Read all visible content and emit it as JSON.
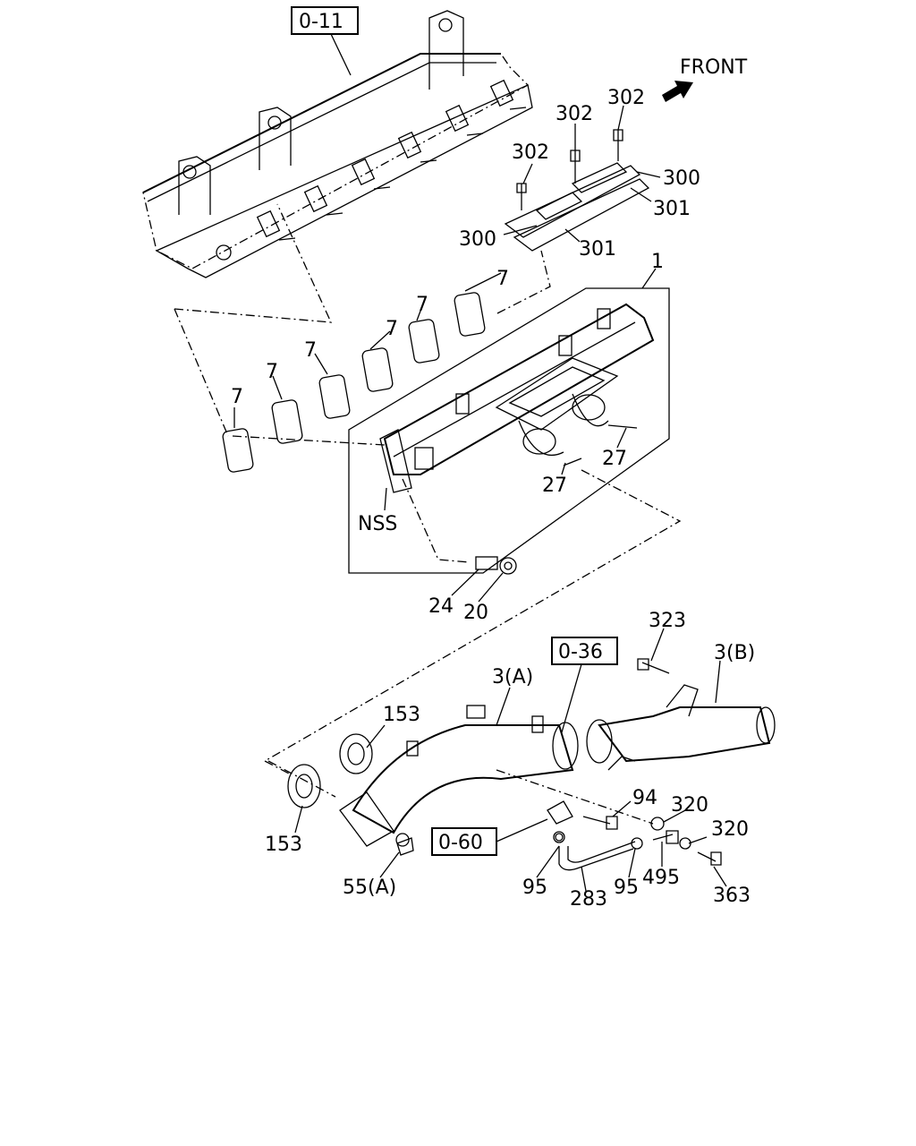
{
  "front_label": "FRONT",
  "refs": {
    "ref_0_11": "0-11",
    "ref_0_36": "0-36",
    "ref_0_60": "0-60"
  },
  "callouts": {
    "c_302_a": "302",
    "c_302_b": "302",
    "c_302_c": "302",
    "c_300_a": "300",
    "c_300_b": "300",
    "c_301_a": "301",
    "c_301_b": "301",
    "c_1": "1",
    "c_7_a": "7",
    "c_7_b": "7",
    "c_7_c": "7",
    "c_7_d": "7",
    "c_7_e": "7",
    "c_7_f": "7",
    "c_27_a": "27",
    "c_27_b": "27",
    "c_nss": "NSS",
    "c_24": "24",
    "c_20": "20",
    "c_323": "323",
    "c_3b": "3(B)",
    "c_3a": "3(A)",
    "c_153_a": "153",
    "c_153_b": "153",
    "c_94": "94",
    "c_320_a": "320",
    "c_320_b": "320",
    "c_495": "495",
    "c_363": "363",
    "c_95_a": "95",
    "c_95_b": "95",
    "c_283": "283",
    "c_55a": "55(A)"
  }
}
